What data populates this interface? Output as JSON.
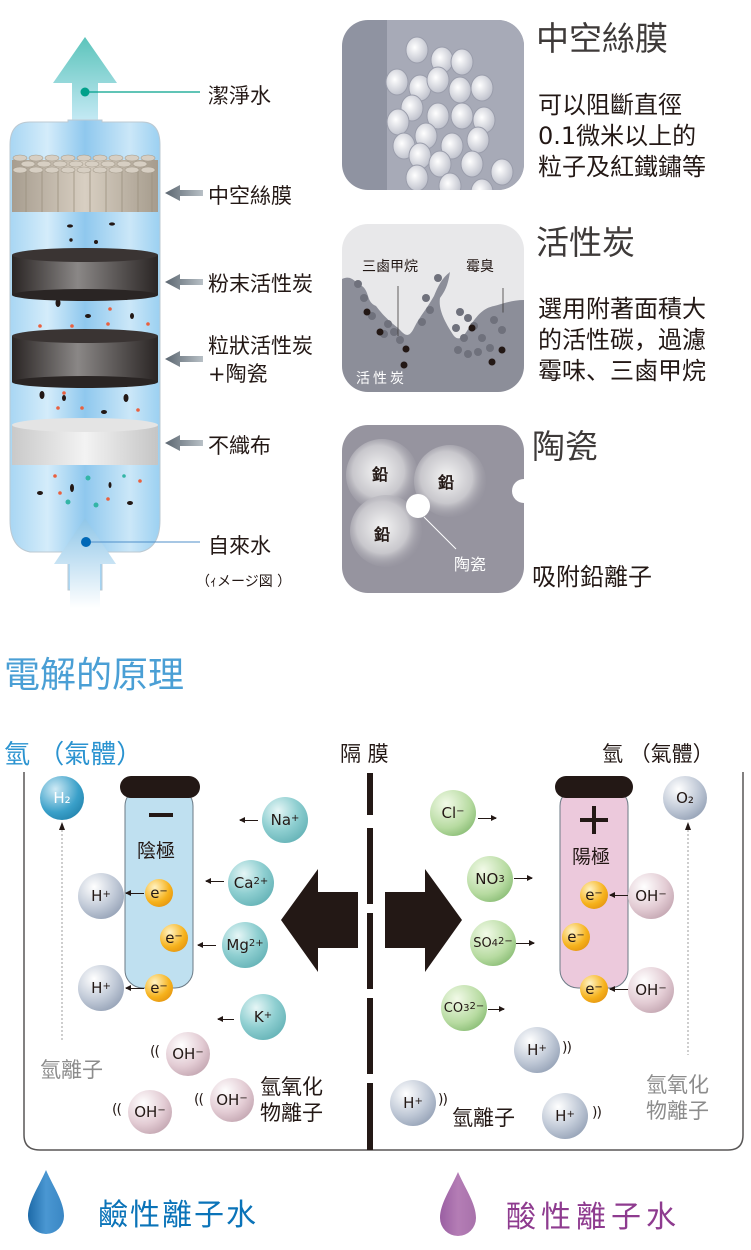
{
  "filter": {
    "labels": {
      "clean_water": "潔淨水",
      "hollow_fiber": "中空絲膜",
      "powder_carbon": "粉末活性炭",
      "granular_carbon_line1": "粒狀活性炭",
      "granular_carbon_line2": "+陶瓷",
      "nonwoven": "不織布",
      "tap_water": "自來水",
      "image_note": "（ｨメージ図 ）"
    },
    "colors": {
      "clean_water_arrow": "#5cc4bb",
      "tap_water_arrow": "#8fc6e8",
      "pointer_dot_top": "#00a08a",
      "pointer_dot_bottom": "#0068b7"
    }
  },
  "cards": [
    {
      "title": "中空絲膜",
      "desc": [
        "可以阻斷直徑",
        "0.1微米以上的",
        "粒子及紅鐵鏽等"
      ]
    },
    {
      "title": "活性炭",
      "desc": [
        "選用附著面積大",
        "的活性碳，過濾",
        "霉味、三鹵甲烷"
      ],
      "inner_labels": {
        "thm": "三鹵甲烷",
        "mold": "霉臭",
        "carbon": "活性炭"
      }
    },
    {
      "title": "陶瓷",
      "desc": [
        "吸附鉛離子"
      ],
      "inner_labels": {
        "lead": "鉛",
        "ceramic": "陶瓷"
      }
    }
  ],
  "electrolysis": {
    "title": "電解的原理",
    "left_gas": "氫 （氣體）",
    "right_gas": "氫 （氣體）",
    "membrane": "隔 膜",
    "cathode": {
      "sign": "−",
      "label": "陰極"
    },
    "anode": {
      "sign": "+",
      "label": "陽極"
    },
    "left_ions": {
      "h2": "H₂",
      "na": "Na",
      "ca": "Ca",
      "mg": "Mg",
      "k": "K",
      "h_plus": "H",
      "electron": "e",
      "oh": "OH",
      "hydrogen_ion_label": "氫離子",
      "hydroxide_label_1": "氫氧化",
      "hydroxide_label_2": "物離子"
    },
    "right_ions": {
      "o2": "O₂",
      "cl": "Cl",
      "no3": "NO",
      "so4": "SO",
      "co3": "CO",
      "h_plus": "H",
      "electron": "e",
      "oh": "OH",
      "hydrogen_ion_label": "氫離子",
      "hydroxide_label_1": "氫氧化",
      "hydroxide_label_2": "物離子"
    },
    "superscripts": {
      "plus": "+",
      "minus": "−",
      "two_plus": "2+",
      "two_minus": "2−",
      "sub3": "3",
      "sub4": "4"
    },
    "alkaline_water": "鹼性離子水",
    "acidic_water": "酸性離子水",
    "colors": {
      "title": "#4a9fd5",
      "gas_left": "#2a93d0",
      "alkaline": "#0a73b8",
      "acidic": "#8e3b8f",
      "cathode_fill": "#bfe0f0",
      "anode_fill": "#ecc9dc"
    }
  }
}
